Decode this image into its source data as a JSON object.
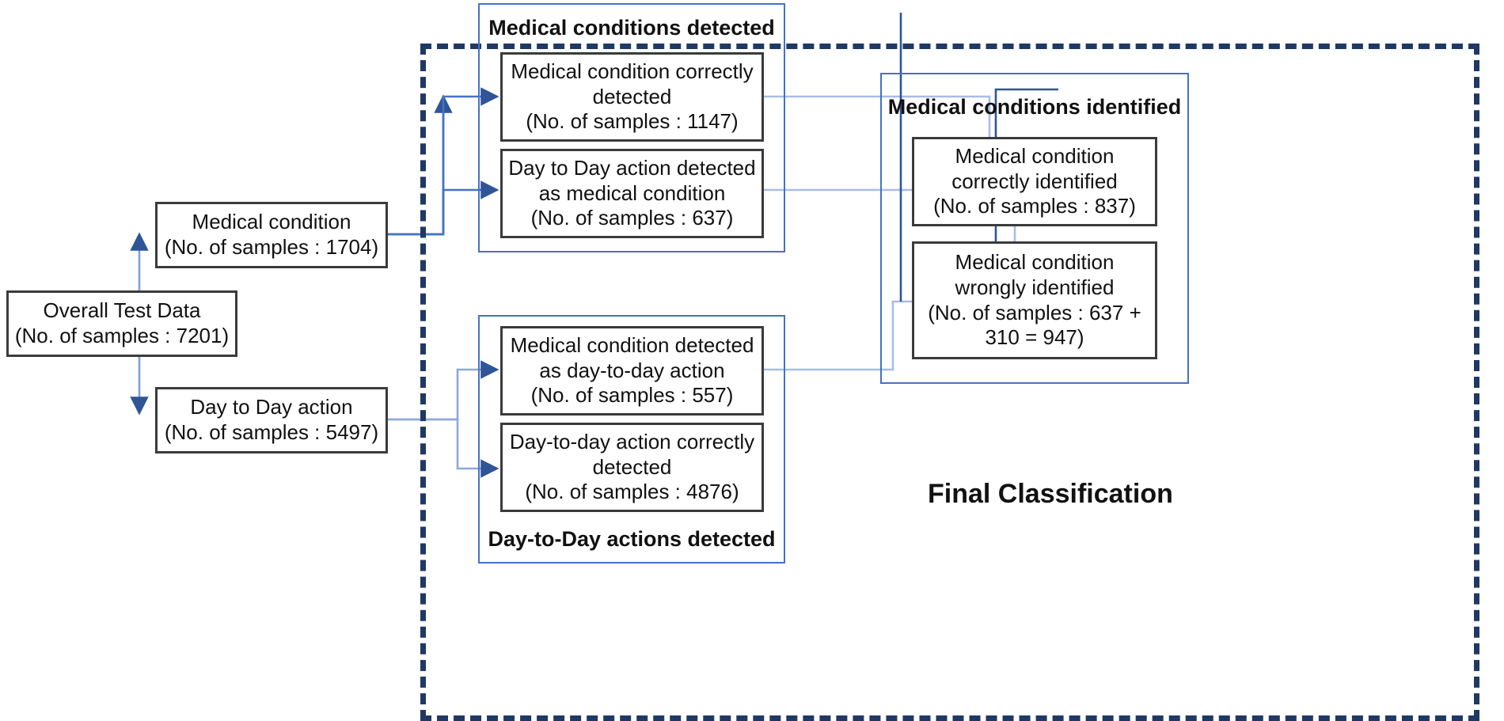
{
  "diagram": {
    "title": "Medical condition / day-to-day action classification flow",
    "colors": {
      "node_border": "#3b3b3b",
      "group_border": "#4472c4",
      "dashed_border": "#203864",
      "connector_dark": "#4472c4",
      "connector_light": "#a7bde8",
      "text": "#111111",
      "background": "#ffffff"
    },
    "nodes": {
      "overall": {
        "line1": "Overall Test Data",
        "line2": "(No. of samples : 7201)",
        "samples": 7201
      },
      "medical_condition": {
        "line1": "Medical condition",
        "line2": "(No. of samples : 1704)",
        "samples": 1704
      },
      "day_to_day_action": {
        "line1": "Day to Day action",
        "line2": "(No. of samples : 5497)",
        "samples": 5497
      },
      "mc_correct_detected": {
        "line1": "Medical condition correctly",
        "line2": "detected",
        "line3": "(No. of samples : 1147)",
        "samples": 1147
      },
      "dd_detected_as_mc": {
        "line1": "Day to Day action detected",
        "line2": "as medical condition",
        "line3": "(No. of samples : 637)",
        "samples": 637
      },
      "mc_detected_as_dd": {
        "line1": "Medical condition detected",
        "line2": "as day-to-day action",
        "line3": "(No. of samples : 557)",
        "samples": 557
      },
      "dd_correct_detected": {
        "line1": "Day-to-day action correctly",
        "line2": "detected",
        "line3": "(No. of samples : 4876)",
        "samples": 4876
      },
      "mc_correct_identified": {
        "line1": "Medical condition",
        "line2": "correctly identified",
        "line3": "(No. of samples : 837)",
        "samples": 837
      },
      "mc_wrong_identified": {
        "line1": "Medical condition",
        "line2": "wrongly identified",
        "line3": "(No. of samples : 637 +",
        "line4": "310 = 947)",
        "samples": 947
      }
    },
    "group_titles": {
      "medical_conditions_detected": "Medical conditions detected",
      "day_to_day_actions_detected": "Day-to-Day actions detected",
      "medical_conditions_identified": "Medical conditions identified"
    },
    "labels": {
      "final_classification": "Final Classification"
    }
  }
}
